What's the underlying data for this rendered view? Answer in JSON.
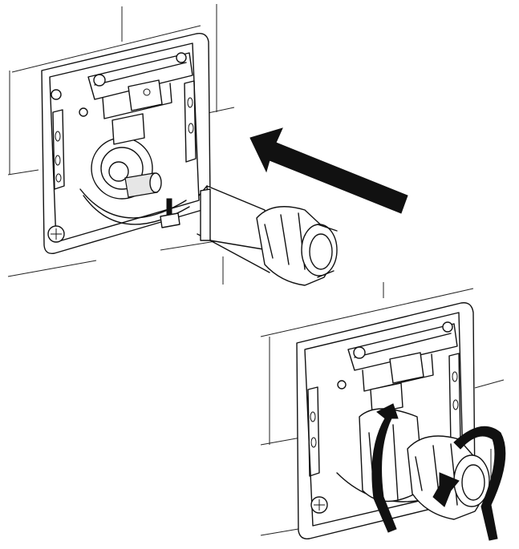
{
  "figure": {
    "steps": [
      {
        "id": "insert",
        "action": "push-in",
        "icon": "push-arrow-icon"
      },
      {
        "id": "rotate",
        "action": "turn-clockwise",
        "icon": "rotate-arrow-icon"
      }
    ],
    "colors": {
      "line": "#111111",
      "background": "#ffffff",
      "arrow": "#111111"
    }
  }
}
